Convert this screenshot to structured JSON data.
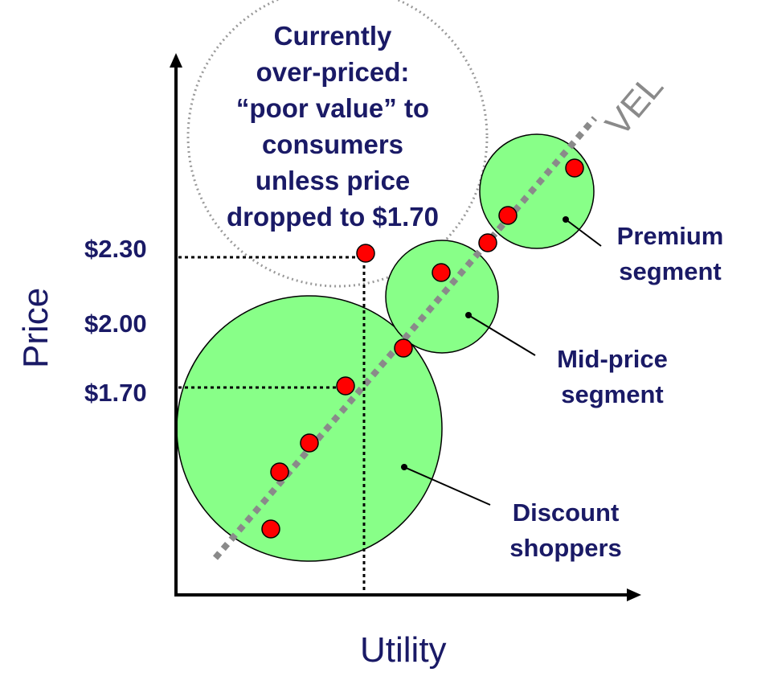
{
  "callout": {
    "lines": [
      "Currently",
      "over-priced:",
      "“poor value” to",
      "consumers",
      "unless price",
      "dropped to $1.70"
    ]
  },
  "axes": {
    "y_title": "Price",
    "x_title": "Utility",
    "y_ticks": [
      "$2.30",
      "$2.00",
      "$1.70"
    ]
  },
  "line_label": "VEL",
  "segments": {
    "premium": [
      "Premium",
      "segment"
    ],
    "mid": [
      "Mid-price",
      "segment"
    ],
    "discount": [
      "Discount",
      "shoppers"
    ]
  },
  "colors": {
    "segment_fill": "#88ff88",
    "product_dot": "#ff0000",
    "text": "#1a1a66",
    "value_line": "#8a8a8a"
  }
}
